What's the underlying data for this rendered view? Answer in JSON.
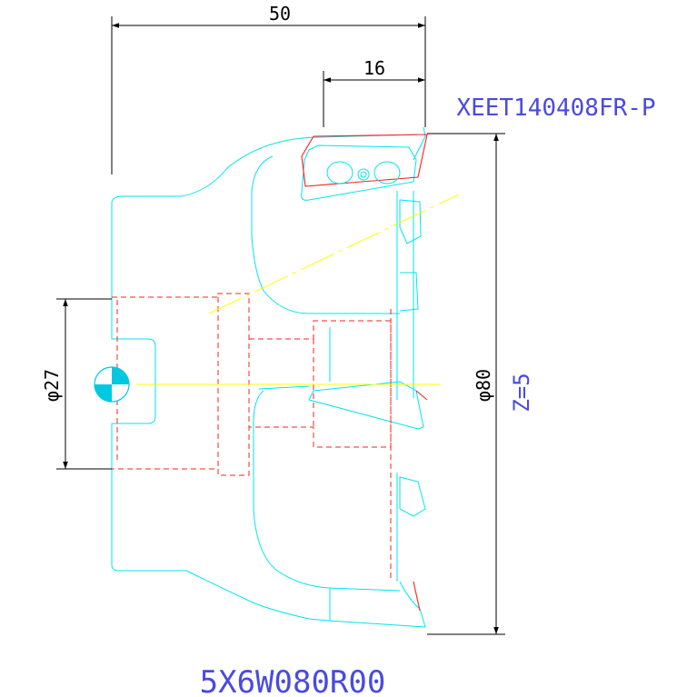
{
  "drawing": {
    "insert_code": "XEET140408FR-P",
    "tool_code": "5X6W080R00",
    "teeth_label": "Z=5"
  },
  "dimensions": {
    "overall_length": "50",
    "insert_length": "16",
    "bore_diameter": "φ27",
    "cutter_diameter": "φ80"
  },
  "colors": {
    "body_outline": "#00e5ee",
    "insert_outline": "#ff2020",
    "hidden_lines": "#ff2020",
    "centerline": "#ffff00",
    "dimension": "#000000",
    "annotation": "#4a4ae0",
    "center_mark": "#00c8e0"
  }
}
